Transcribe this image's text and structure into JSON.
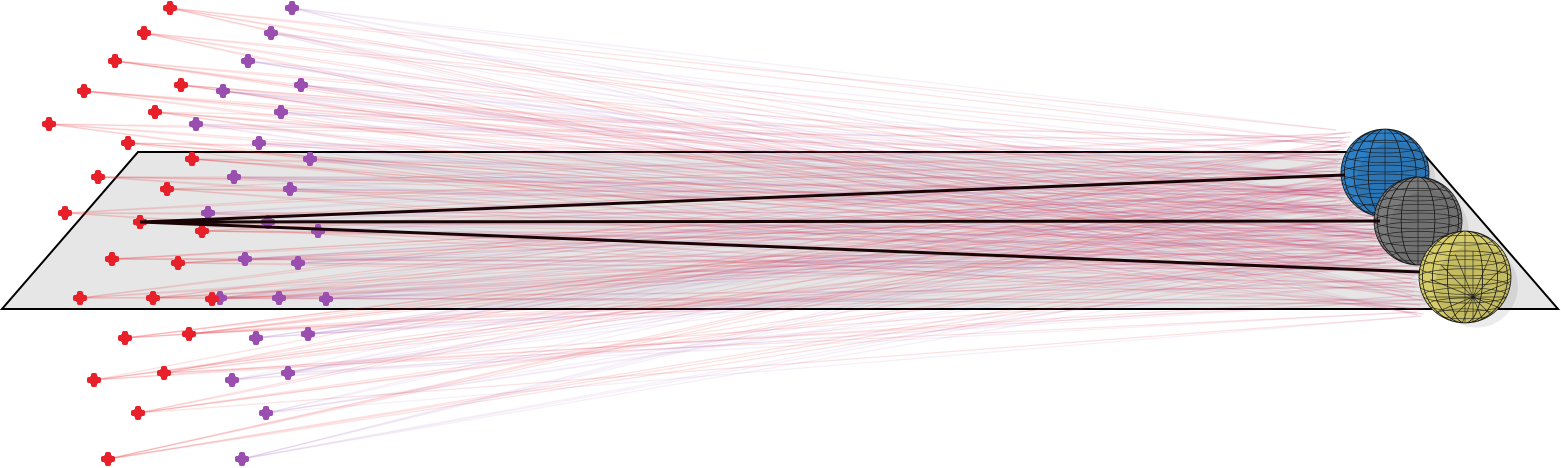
{
  "colors": {
    "background": "#ffffff",
    "plane_fill": "#e6e6e6",
    "plane_edge": "#000000",
    "red_marker": "#e8202a",
    "purple_marker": "#9a4fb0",
    "ray_red": "#e8202a",
    "ray_purple": "#9a4fb0",
    "highlight_ray": "#1a0506",
    "sphere_blue": "#2f7fc4",
    "sphere_gray": "#7a7a7a",
    "sphere_yellow": "#d6cc6a",
    "sphere_grid": "#1a1a1a"
  },
  "marker_style": "cross-dot",
  "spheres": [
    {
      "name": "blue-sphere",
      "color_key": "sphere_blue"
    },
    {
      "name": "gray-sphere",
      "color_key": "sphere_gray"
    },
    {
      "name": "yellow-sphere",
      "color_key": "sphere_yellow"
    }
  ]
}
